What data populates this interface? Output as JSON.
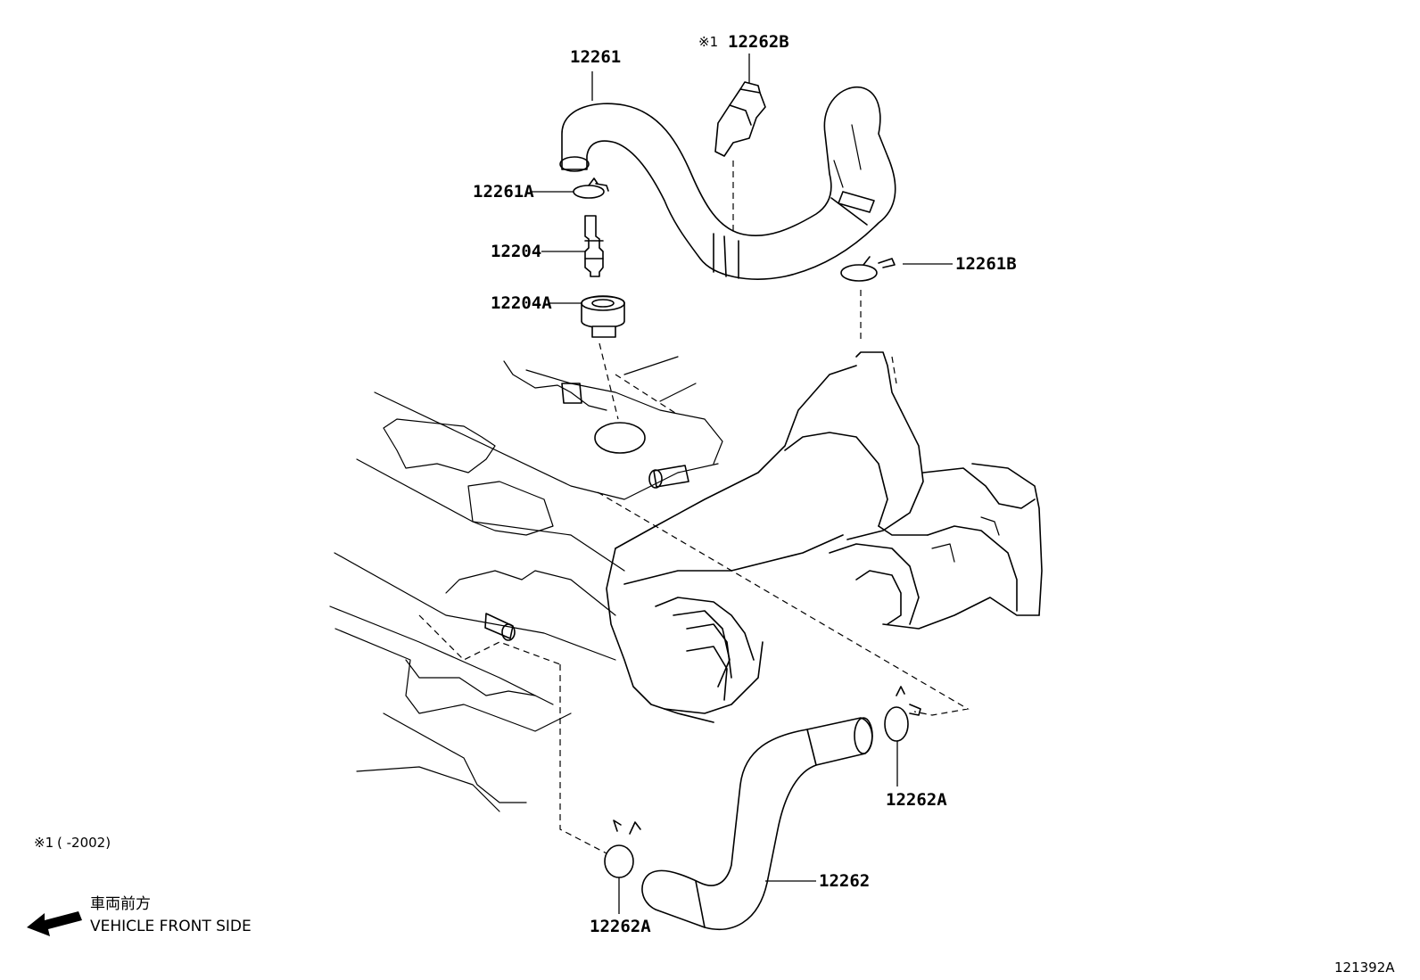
{
  "labels": {
    "p12261": "12261",
    "p12262B_mark": "※1",
    "p12262B": "12262B",
    "p12261A": "12261A",
    "p12204": "12204",
    "p12204A": "12204A",
    "p12261B": "12261B",
    "p12262A_right": "12262A",
    "p12262A_bottom": "12262A",
    "p12262": "12262"
  },
  "footnote": {
    "mark": "※1",
    "text": "(      -2002)"
  },
  "direction": {
    "jp": "車両前方",
    "en": "VEHICLE FRONT SIDE"
  },
  "diagram_id": "121392A"
}
